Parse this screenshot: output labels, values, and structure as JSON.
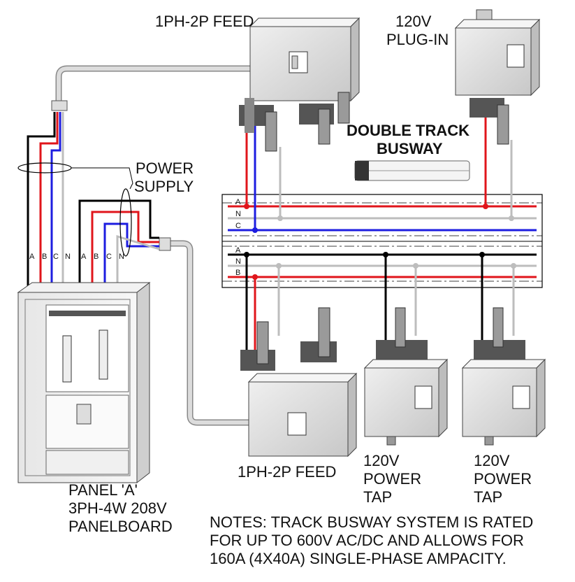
{
  "labels": {
    "feed_top": "1PH-2P FEED",
    "plugin_line1": "120V",
    "plugin_line2": "PLUG-IN",
    "title_line1": "DOUBLE TRACK",
    "title_line2": "BUSWAY",
    "power_supply_line1": "POWER",
    "power_supply_line2": "SUPPLY",
    "feed_bottom": "1PH-2P FEED",
    "tap1_line1": "120V",
    "tap1_line2": "POWER",
    "tap1_line3": "TAP",
    "tap2_line1": "120V",
    "tap2_line2": "POWER",
    "tap2_line3": "TAP",
    "panel_line1": "PANEL 'A'",
    "panel_line2": "3PH-4W 208V",
    "panel_line3": "PANELBOARD",
    "notes_line1": "NOTES: TRACK BUSWAY SYSTEM IS RATED",
    "notes_line2": "FOR UP TO 600V AC/DC AND ALLOWS FOR",
    "notes_line3": "160A (4X40A) SINGLE-PHASE AMPACITY."
  },
  "phase_letters": {
    "a1": "A",
    "b1": "B",
    "c1": "C",
    "n1": "N",
    "a2": "A",
    "b2": "B",
    "c2": "C",
    "n2": "N"
  },
  "track_upper": {
    "a": "A",
    "n": "N",
    "c": "C"
  },
  "track_lower": {
    "a": "A",
    "n": "N",
    "b": "B"
  },
  "colors": {
    "phase_a": "#000000",
    "phase_b": "#e0151b",
    "phase_c": "#1d1de0",
    "neutral": "#bdbdbd",
    "enclosure": "#dcdcdc"
  }
}
